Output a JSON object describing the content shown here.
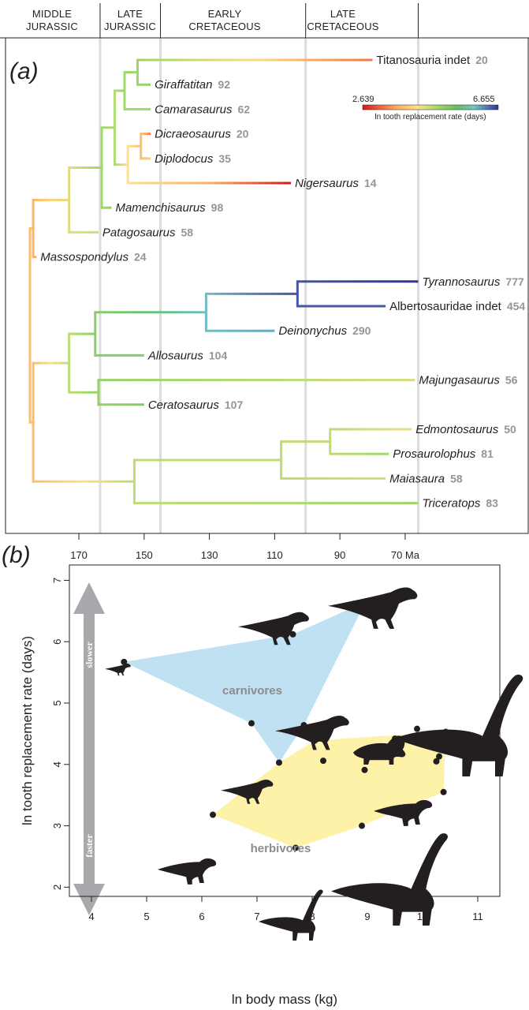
{
  "periods": [
    "MIDDLE\nJURASSIC",
    "LATE\nJURASSIC",
    "EARLY\nCRETACEOUS",
    "LATE\nCRETACEOUS"
  ],
  "panel_a_letter": "(a)",
  "panel_b_letter": "(b)",
  "colors": {
    "scale": [
      "#d7191c",
      "#fdae61",
      "#fee08b",
      "#a6d96a",
      "#66bd63",
      "#74c6c6",
      "#4b5ea8",
      "#313695"
    ],
    "carnivore_hull": "#bfe1f2",
    "herbivore_hull": "#fdf2a8",
    "grid": "#dcdcdc"
  },
  "chart_data": [
    {
      "type": "tree",
      "title": "",
      "xaxis_ticks": [
        "170",
        "150",
        "130",
        "110",
        "90",
        "70 Ma"
      ],
      "xaxis_values": [
        170,
        150,
        130,
        110,
        90,
        70
      ],
      "xlim": [
        185,
        55
      ],
      "boundaries": [
        163.5,
        145,
        100.5,
        66
      ],
      "color_legend": {
        "min_label": "2.639",
        "max_label": "6.655",
        "min": 2.639,
        "max": 6.655,
        "title": "ln tooth replacement rate (days)"
      },
      "taxa": [
        {
          "name": "Titanosauria indet",
          "count": "20",
          "italic": false,
          "age": 80,
          "value": 3.0
        },
        {
          "name": "Giraffatitan",
          "count": "92",
          "italic": true,
          "age": 148,
          "value": 4.55
        },
        {
          "name": "Camarasaurus",
          "count": "62",
          "italic": true,
          "age": 148,
          "value": 4.4
        },
        {
          "name": "Dicraeosaurus",
          "count": "20",
          "italic": true,
          "age": 148,
          "value": 3.0
        },
        {
          "name": "Diplodocus",
          "count": "35",
          "italic": true,
          "age": 148,
          "value": 3.55
        },
        {
          "name": "Nigersaurus",
          "count": "14",
          "italic": true,
          "age": 105,
          "value": 2.64
        },
        {
          "name": "Mamenchisaurus",
          "count": "98",
          "italic": true,
          "age": 160,
          "value": 4.58
        },
        {
          "name": "Patagosaurus",
          "count": "58",
          "italic": true,
          "age": 164,
          "value": 4.06
        },
        {
          "name": "Massospondylus",
          "count": "24",
          "italic": true,
          "age": 183,
          "value": 3.18
        },
        {
          "name": "Tyrannosaurus",
          "count": "777",
          "italic": true,
          "age": 66,
          "value": 6.65
        },
        {
          "name": "Albertosauridae indet",
          "count": "454",
          "italic": false,
          "age": 76,
          "value": 6.12
        },
        {
          "name": "Deinonychus",
          "count": "290",
          "italic": true,
          "age": 110,
          "value": 5.67
        },
        {
          "name": "Allosaurus",
          "count": "104",
          "italic": true,
          "age": 150,
          "value": 4.64
        },
        {
          "name": "Majungasaurus",
          "count": "56",
          "italic": true,
          "age": 67,
          "value": 4.03
        },
        {
          "name": "Ceratosaurus",
          "count": "107",
          "italic": true,
          "age": 150,
          "value": 4.67
        },
        {
          "name": "Edmontosaurus",
          "count": "50",
          "italic": true,
          "age": 68,
          "value": 3.91
        },
        {
          "name": "Prosaurolophus",
          "count": "81",
          "italic": true,
          "age": 75,
          "value": 4.39
        },
        {
          "name": "Maiasaura",
          "count": "58",
          "italic": true,
          "age": 76,
          "value": 4.06
        },
        {
          "name": "Triceratops",
          "count": "83",
          "italic": true,
          "age": 66,
          "value": 4.42
        }
      ],
      "nodes": [
        {
          "id": "n_root",
          "age": 185,
          "value": 3.4,
          "children": [
            "n_sauropodomorpha",
            "n_ornith_theropoda"
          ]
        },
        {
          "id": "n_sauropodomorpha",
          "age": 184,
          "value": 3.3,
          "children": [
            "n_sauropoda",
            "Massospondylus"
          ]
        },
        {
          "id": "n_sauropoda",
          "age": 173,
          "value": 4.0,
          "children": [
            "n_eusauropoda",
            "Patagosaurus"
          ]
        },
        {
          "id": "n_eusauropoda",
          "age": 163,
          "value": 4.4,
          "children": [
            "n_neosauropoda",
            "Mamenchisaurus"
          ]
        },
        {
          "id": "n_neosauropoda",
          "age": 159,
          "value": 4.3,
          "children": [
            "n_macronaria",
            "n_diplodocoidea"
          ]
        },
        {
          "id": "n_macronaria",
          "age": 156,
          "value": 4.4,
          "children": [
            "n_titanosauriformes",
            "Camarasaurus"
          ]
        },
        {
          "id": "n_titanosauriformes",
          "age": 152,
          "value": 4.45,
          "children": [
            "Titanosauria indet",
            "Giraffatitan"
          ]
        },
        {
          "id": "n_diplodocoidea",
          "age": 155,
          "value": 3.8,
          "children": [
            "n_flagellicaudata",
            "Nigersaurus"
          ]
        },
        {
          "id": "n_flagellicaudata",
          "age": 151,
          "value": 3.4,
          "children": [
            "Dicraeosaurus",
            "Diplodocus"
          ]
        },
        {
          "id": "n_ornith_theropoda",
          "age": 184,
          "value": 3.4,
          "children": [
            "n_theropoda",
            "n_ornithischia"
          ]
        },
        {
          "id": "n_theropoda",
          "age": 173,
          "value": 4.2,
          "children": [
            "n_tetanurae",
            "n_ceratosauria"
          ]
        },
        {
          "id": "n_tetanurae",
          "age": 165,
          "value": 4.6,
          "children": [
            "n_coelurosauria",
            "Allosaurus"
          ]
        },
        {
          "id": "n_coelurosauria",
          "age": 131,
          "value": 5.55,
          "children": [
            "n_tyrannosauridae",
            "Deinonychus"
          ]
        },
        {
          "id": "n_tyrannosauridae",
          "age": 103,
          "value": 6.2,
          "children": [
            "Tyrannosaurus",
            "Albertosauridae indet"
          ]
        },
        {
          "id": "n_ceratosauria",
          "age": 164,
          "value": 4.5,
          "children": [
            "Majungasaurus",
            "Ceratosaurus"
          ]
        },
        {
          "id": "n_ornithischia",
          "age": 153,
          "value": 4.2,
          "children": [
            "n_hadrosauridae",
            "Triceratops"
          ]
        },
        {
          "id": "n_hadrosauridae",
          "age": 108,
          "value": 4.2,
          "children": [
            "n_saurolophinae",
            "Maiasaura"
          ]
        },
        {
          "id": "n_saurolophinae",
          "age": 93,
          "value": 4.2,
          "children": [
            "Edmontosaurus",
            "Prosaurolophus"
          ]
        }
      ]
    },
    {
      "type": "scatter",
      "title": "",
      "xlabel": "ln body mass (kg)",
      "ylabel": "ln tooth replacement rate (days)",
      "xlim": [
        3.6,
        11.4
      ],
      "ylim": [
        1.85,
        7.25
      ],
      "xticks": [
        4,
        5,
        6,
        7,
        8,
        9,
        10,
        11
      ],
      "yticks": [
        2,
        3,
        4,
        5,
        6,
        7
      ],
      "hull_labels": [
        "carnivores",
        "herbivores"
      ],
      "arrow_labels": [
        "slower",
        "faster"
      ],
      "carnivores": [
        {
          "x": 4.59,
          "y": 5.67
        },
        {
          "x": 6.9,
          "y": 4.67
        },
        {
          "x": 7.4,
          "y": 4.03
        },
        {
          "x": 7.65,
          "y": 6.12
        },
        {
          "x": 7.85,
          "y": 4.64
        },
        {
          "x": 8.97,
          "y": 6.65
        }
      ],
      "herbivores": [
        {
          "x": 6.2,
          "y": 3.18
        },
        {
          "x": 7.7,
          "y": 2.64
        },
        {
          "x": 8.05,
          "y": 4.39
        },
        {
          "x": 8.2,
          "y": 4.06
        },
        {
          "x": 8.9,
          "y": 3.0
        },
        {
          "x": 8.95,
          "y": 3.91
        },
        {
          "x": 9.5,
          "y": 4.42
        },
        {
          "x": 9.9,
          "y": 4.58
        },
        {
          "x": 10.25,
          "y": 4.05
        },
        {
          "x": 10.3,
          "y": 4.13
        },
        {
          "x": 10.38,
          "y": 3.55
        },
        {
          "x": 10.42,
          "y": 4.53
        }
      ],
      "carnivore_hull": [
        [
          4.59,
          5.67
        ],
        [
          7.65,
          6.12
        ],
        [
          8.97,
          6.65
        ],
        [
          7.85,
          4.64
        ],
        [
          7.4,
          4.03
        ],
        [
          6.9,
          4.67
        ]
      ],
      "herbivore_hull": [
        [
          6.2,
          3.18
        ],
        [
          7.4,
          4.03
        ],
        [
          8.05,
          4.39
        ],
        [
          10.42,
          4.53
        ],
        [
          10.38,
          3.55
        ],
        [
          8.9,
          3.0
        ],
        [
          7.7,
          2.64
        ]
      ]
    }
  ]
}
